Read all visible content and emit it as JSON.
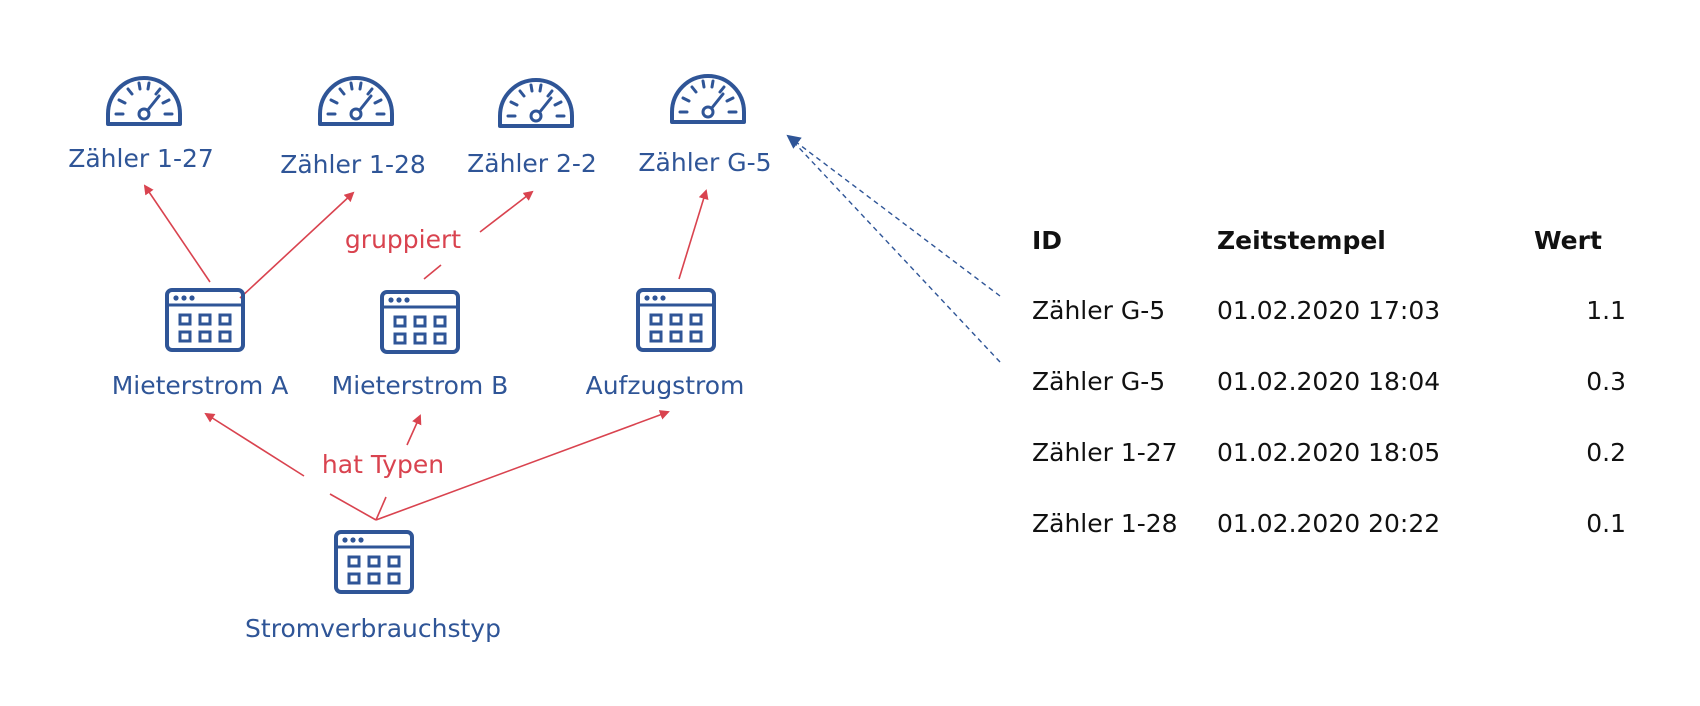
{
  "diagram": {
    "meters": [
      "Zähler 1-27",
      "Zähler 1-28",
      "Zähler 2-2",
      "Zähler G-5"
    ],
    "types": [
      "Mieterstrom A",
      "Mieterstrom B",
      "Aufzugstrom"
    ],
    "root": "Stromverbrauchstyp",
    "edge_labels": {
      "grouping": "gruppiert",
      "has_types": "hat Typen"
    }
  },
  "table": {
    "headers": [
      "ID",
      "Zeitstempel",
      "Wert"
    ],
    "rows": [
      [
        "Zähler G-5",
        "01.02.2020 17:03",
        "1.1"
      ],
      [
        "Zähler G-5",
        "01.02.2020 18:04",
        "0.3"
      ],
      [
        "Zähler 1-27",
        "01.02.2020 18:05",
        "0.2"
      ],
      [
        "Zähler 1-28",
        "01.02.2020 20:22",
        "0.1"
      ]
    ]
  },
  "colors": {
    "node_blue": "#2f5597",
    "edge_red": "#d9434f",
    "text": "#111111"
  }
}
